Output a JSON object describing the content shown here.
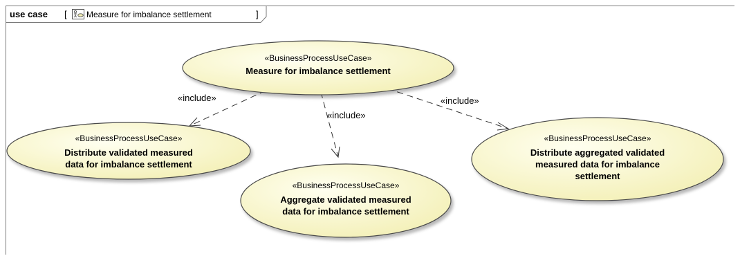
{
  "frame": {
    "kind": "use case",
    "open_bracket": "[",
    "name": "Measure for imbalance settlement",
    "close_bracket": "]",
    "icon": "use-case-diagram-icon"
  },
  "colors": {
    "ellipse_fill_light": "#fffff0",
    "ellipse_fill_dark": "#f3efb4",
    "ellipse_stroke": "#4a4a4a",
    "dependency": "#333333"
  },
  "use_cases": {
    "main": {
      "stereotype": "«BusinessProcessUseCase»",
      "name_lines": [
        "Measure for imbalance settlement"
      ]
    },
    "distribute": {
      "stereotype": "«BusinessProcessUseCase»",
      "name_lines": [
        "Distribute validated measured",
        "data for imbalance settlement"
      ]
    },
    "aggregate": {
      "stereotype": "«BusinessProcessUseCase»",
      "name_lines": [
        "Aggregate validated measured",
        "data for imbalance settlement"
      ]
    },
    "distribute_aggregated": {
      "stereotype": "«BusinessProcessUseCase»",
      "name_lines": [
        "Distribute aggregated validated",
        "measured data for imbalance",
        "settlement"
      ]
    }
  },
  "dependencies": [
    {
      "from": "main",
      "to": "distribute",
      "label": "«include»"
    },
    {
      "from": "main",
      "to": "aggregate",
      "label": "«include»"
    },
    {
      "from": "main",
      "to": "distribute_aggregated",
      "label": "«include»"
    }
  ]
}
